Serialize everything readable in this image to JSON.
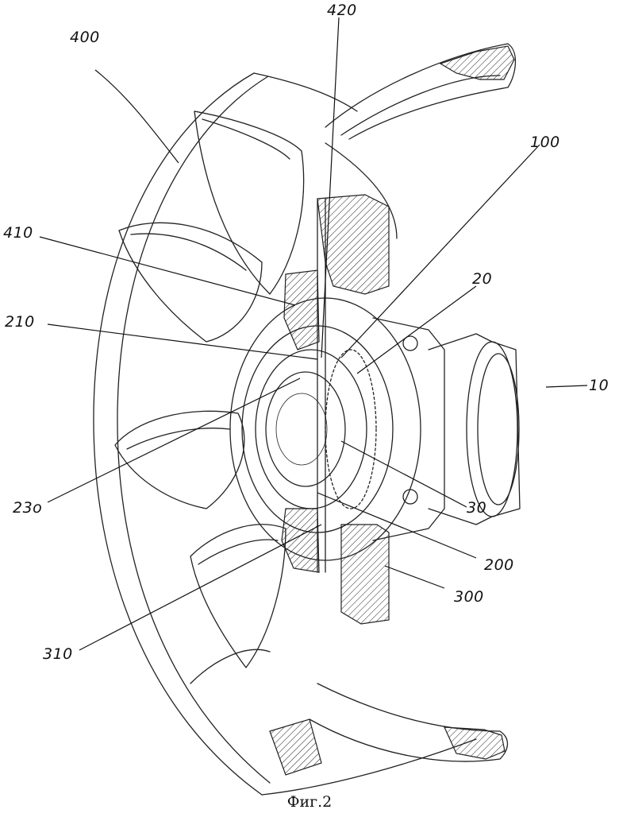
{
  "figure": {
    "caption": "Фиг.2",
    "labels": {
      "l400": "400",
      "l420": "420",
      "l100": "100",
      "l410": "410",
      "l20": "20",
      "l210": "210",
      "l10": "10",
      "l230": "23o",
      "l30": "30",
      "l200": "200",
      "l300": "300",
      "l310": "310"
    }
  }
}
